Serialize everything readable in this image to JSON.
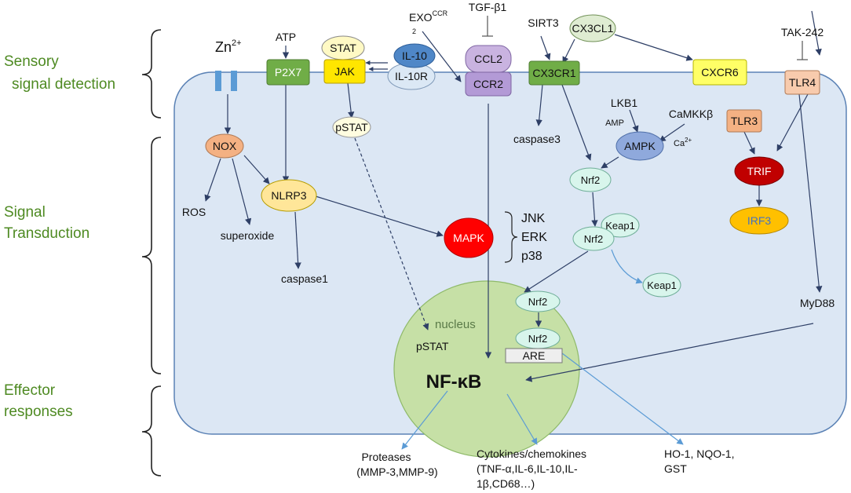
{
  "sections": {
    "sensory_line1": "Sensory",
    "sensory_line2": "signal detection",
    "transduction_line1": "Signal",
    "transduction_line2": "Transduction",
    "effector_line1": "Effector",
    "effector_line2": "responses"
  },
  "colors": {
    "section_label": "#4e8a22",
    "cell_fill": "#dce7f4",
    "cell_stroke": "#5b82b5",
    "nucleus_fill": "#c6e0a6",
    "arrow_dark": "#2e3f66",
    "arrow_light": "#5b9bd5"
  },
  "receptors": {
    "zn_base": "Zn",
    "zn_sup": "2+",
    "atp": "ATP",
    "p2x7": "P2X7",
    "stat": "STAT",
    "jak": "JAK",
    "il10": "IL-10",
    "il10r": "IL-10R",
    "exo_base": "EXO",
    "exo_sup": "CCR",
    "exo_sub": "2",
    "tgf": "TGF-β1",
    "ccl2": "CCL2",
    "ccr2": "CCR2",
    "sirt3": "SIRT3",
    "cx3cl1": "CX3CL1",
    "cx3cr1": "CX3CR1",
    "cxcr6": "CXCR6",
    "tak242": "TAK-242",
    "tlr4": "TLR4"
  },
  "transduction": {
    "nox": "NOX",
    "ros": "ROS",
    "superoxide": "superoxide",
    "nlrp3": "NLRP3",
    "caspase1": "caspase1",
    "pstat": "pSTAT",
    "caspase3": "caspase3",
    "lkb1": "LKB1",
    "amp": "AMP",
    "camkkb": "CaMKKβ",
    "ca_base": "Ca",
    "ca_sup": "2+",
    "ampk": "AMPK",
    "nrf2_a": "Nrf2",
    "nrf2_b": "Nrf2",
    "keap1_a": "Keap1",
    "keap1_b": "Keap1",
    "mapk": "MAPK",
    "jnk": "JNK",
    "erk": "ERK",
    "p38": "p38",
    "tlr3": "TLR3",
    "trif": "TRIF",
    "irf3": "IRF3",
    "myd88": "MyD88"
  },
  "nucleus": {
    "label": "nucleus",
    "pstat": "pSTAT",
    "nrf2_top": "Nrf2",
    "nrf2_bottom": "Nrf2",
    "are": "ARE",
    "nfkb": "NF-κB"
  },
  "outputs": {
    "proteases_l1": "Proteases",
    "proteases_l2": "(MMP-3,MMP-9)",
    "cytokines_l1": "Cytokines/chemokines",
    "cytokines_l2": "(TNF-α,IL-6,IL-10,IL-",
    "cytokines_l3": "1β,CD68…)",
    "ho1_l1": "HO-1, NQO-1,",
    "ho1_l2": "GST"
  }
}
